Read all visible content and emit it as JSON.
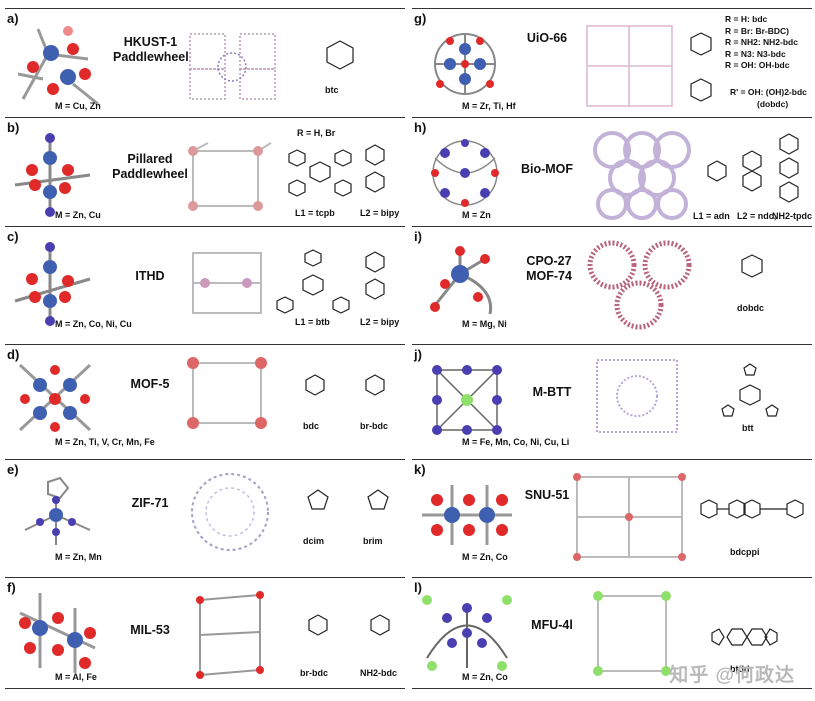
{
  "panels": [
    {
      "label": "a)",
      "name": "HKUST-1\nPaddlewheel",
      "metal": "M = Cu, Zn",
      "ligands": [
        "btc"
      ]
    },
    {
      "label": "b)",
      "name": "Pillared\nPaddlewheel",
      "metal": "M = Zn, Cu",
      "rtop": "R = H, Br",
      "ligands": [
        "L1 = tcpb",
        "L2 = bipy"
      ]
    },
    {
      "label": "c)",
      "name": "ITHD",
      "metal": "M = Zn, Co, Ni, Cu",
      "ligands": [
        "L1 = btb",
        "L2 = bipy"
      ]
    },
    {
      "label": "d)",
      "name": "MOF-5",
      "metal": "M = Zn, Ti, V, Cr, Mn, Fe",
      "ligands": [
        "bdc",
        "br-bdc"
      ]
    },
    {
      "label": "e)",
      "name": "ZIF-71",
      "metal": "M = Zn, Mn",
      "ligands": [
        "dcim",
        "brim"
      ]
    },
    {
      "label": "f)",
      "name": "MIL-53",
      "metal": "M = Al, Fe",
      "ligands": [
        "br-bdc",
        "NH2-bdc"
      ]
    },
    {
      "label": "g)",
      "name": "UiO-66",
      "metal": "M = Zr, Ti, Hf",
      "rlist": [
        "R = H: bdc",
        "R = Br: Br-BDC)",
        "R = NH2: NH2-bdc",
        "R = N3: N3-bdc",
        "R = OH: OH-bdc"
      ],
      "rprime": "R' = OH: (OH)2-bdc",
      "rprime2": "(dobdc)",
      "ligands": []
    },
    {
      "label": "h)",
      "name": "Bio-MOF",
      "metal": "M = Zn",
      "ligands": [
        "L1 = adn",
        "L2 = ndc,",
        "NH2-tpdc"
      ]
    },
    {
      "label": "i)",
      "name": "CPO-27\nMOF-74",
      "metal": "M = Mg, Ni",
      "ligands": [
        "dobdc"
      ]
    },
    {
      "label": "j)",
      "name": "M-BTT",
      "metal": "M = Fe, Mn, Co, Ni, Cu, Li",
      "ligands": [
        "btt"
      ]
    },
    {
      "label": "k)",
      "name": "SNU-51",
      "metal": "M = Zn, Co",
      "ligands": [
        "bdcppi"
      ]
    },
    {
      "label": "l)",
      "name": "MFU-4l",
      "metal": "M = Zn, Co",
      "ligands": [
        "btdd"
      ]
    }
  ],
  "watermark": "知乎 @何政达",
  "colors": {
    "metal": "#3f5fb0",
    "oxygen": "#e02a2a",
    "nitrogen": "#4a3fb0",
    "bond": "#888888",
    "halide": "#8ee06a"
  }
}
